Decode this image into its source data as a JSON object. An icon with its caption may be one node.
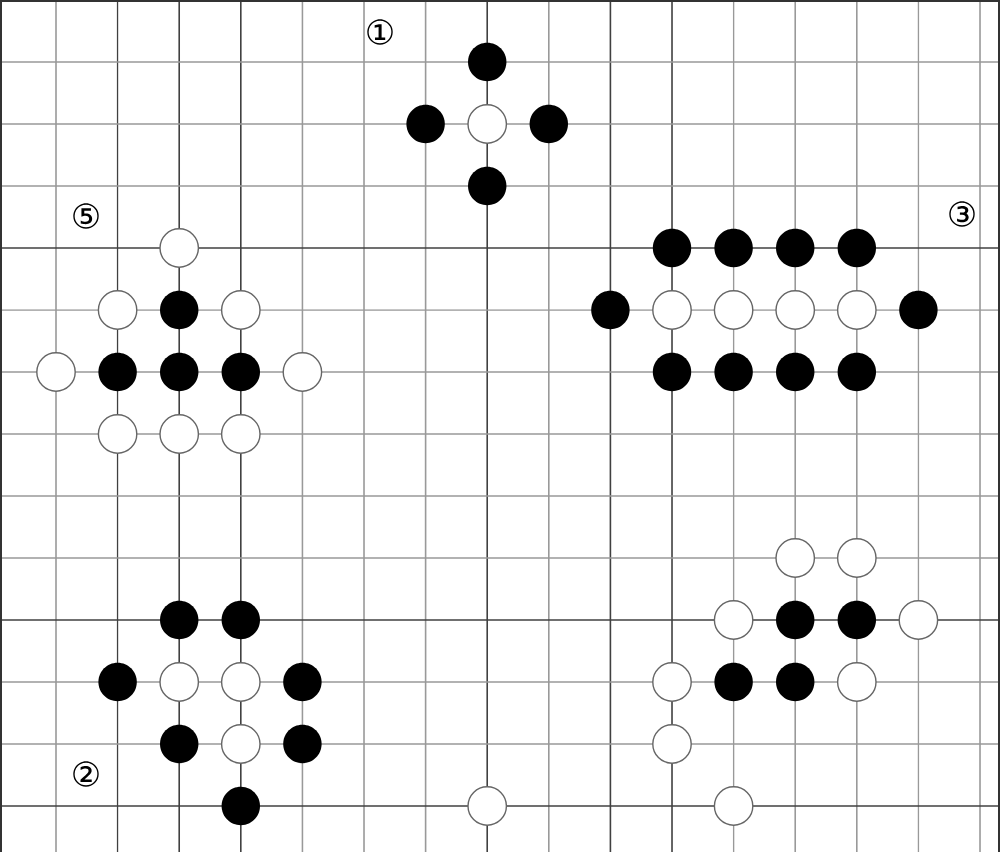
{
  "diagram": {
    "labels": [
      "①",
      "⑤",
      "③",
      "②"
    ]
  }
}
